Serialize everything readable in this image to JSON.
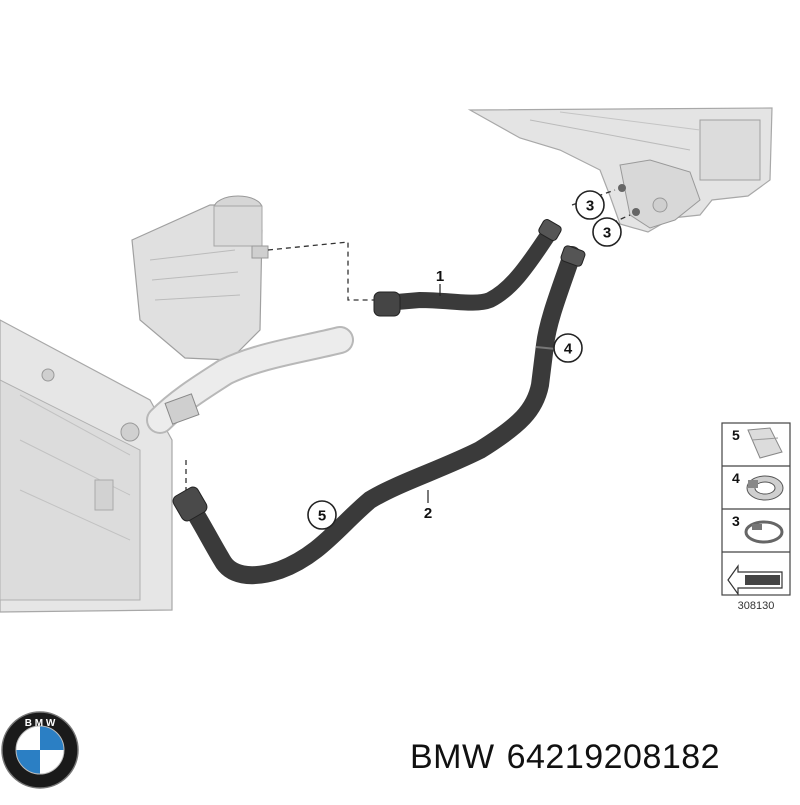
{
  "diagram": {
    "callouts": [
      "3",
      "3",
      "4",
      "5"
    ],
    "part_labels": [
      "1",
      "2"
    ],
    "legend": {
      "items": [
        "5",
        "4",
        "3"
      ],
      "code": "308130"
    }
  },
  "caption": {
    "brand": "BMW",
    "part_number": "64219208182"
  },
  "colors": {
    "hose": "#3a3a3a",
    "housing": "#e2e2e2",
    "outline": "#9a9a9a",
    "logo_blue": "#2b7fc4"
  }
}
